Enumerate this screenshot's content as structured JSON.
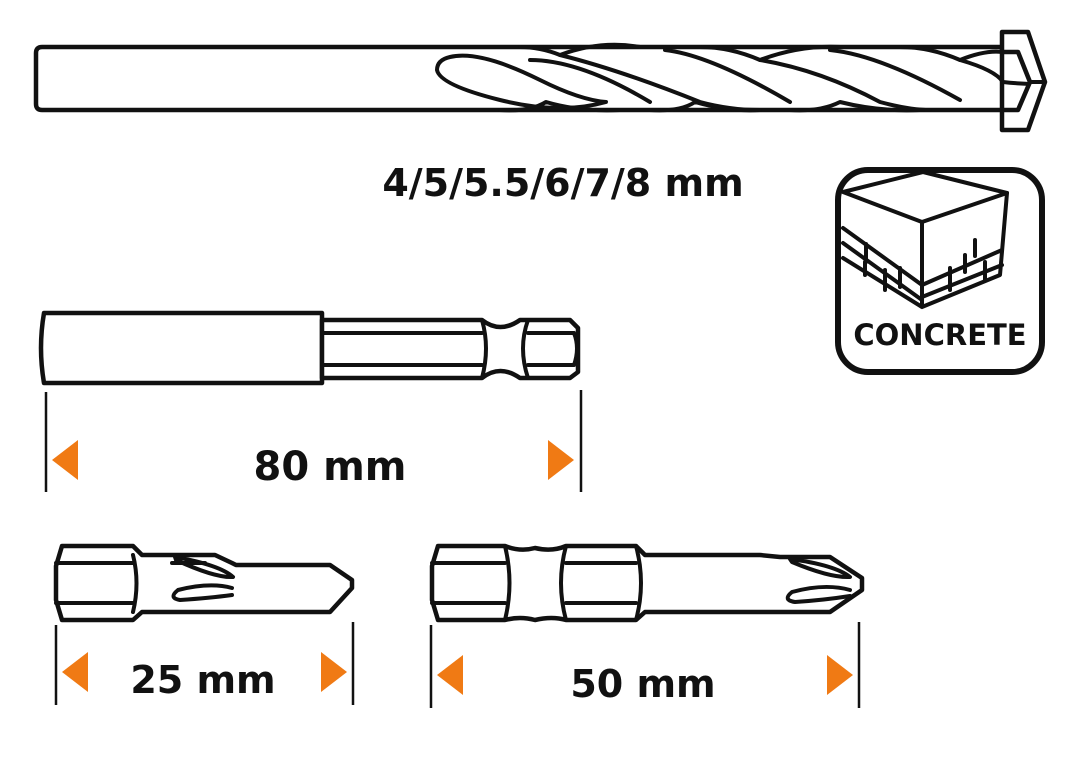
{
  "drill_bit": {
    "diameters_label": "4/5/5.5/6/7/8 mm"
  },
  "material_badge": {
    "label": "CONCRETE"
  },
  "hex_bit_holder": {
    "length_label": "80 mm"
  },
  "screw_bit_short": {
    "length_label": "25 mm"
  },
  "screw_bit_long": {
    "length_label": "50 mm"
  },
  "colors": {
    "accent": "#f07a14",
    "line": "#111111"
  }
}
